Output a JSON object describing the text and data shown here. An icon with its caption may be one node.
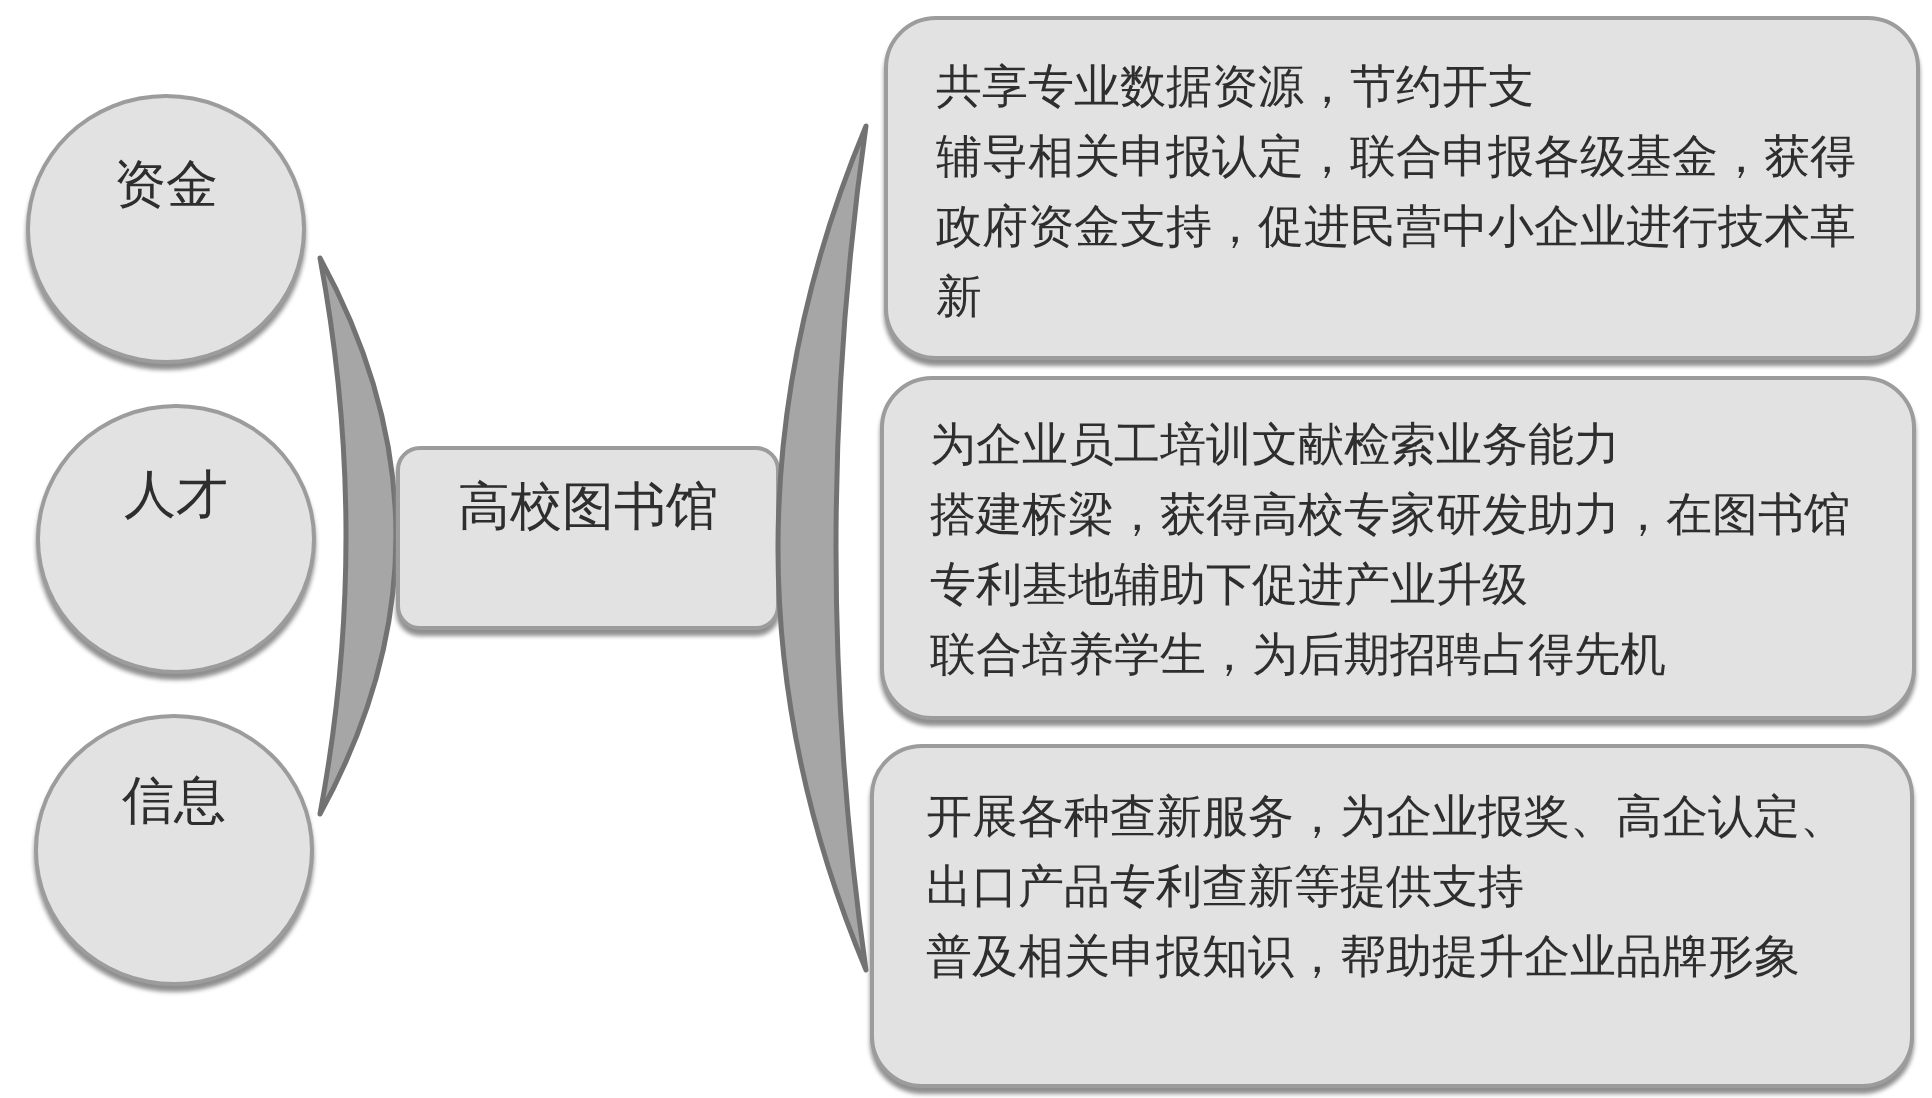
{
  "diagram": {
    "nodes": [
      {
        "text": [
          "资金"
        ]
      },
      {
        "text": [
          "人才"
        ]
      },
      {
        "text": [
          "信息"
        ]
      },
      {
        "text": [],
        "shape": "bracket"
      },
      {
        "text": [
          "高校图书馆"
        ]
      },
      {
        "text": [],
        "shape": "bracket"
      },
      {
        "text": [
          "共享专业数据资源，节约开支",
          "辅导相关申报认定，联合申报各级基金，获得政府资金支持，促进民营中小企业进行技术革新"
        ]
      },
      {
        "text": [
          "为企业员工培训文献检索业务能力",
          "搭建桥梁，获得高校专家研发助力，在图书馆专利基地辅助下促进产业升级",
          "联合培养学生，为后期招聘占得先机"
        ]
      },
      {
        "text": [
          "开展各种查新服务，为企业报奖、高企认定、出口产品专利查新等提供支持",
          "普及相关申报知识，帮助提升企业品牌形象"
        ]
      }
    ]
  }
}
